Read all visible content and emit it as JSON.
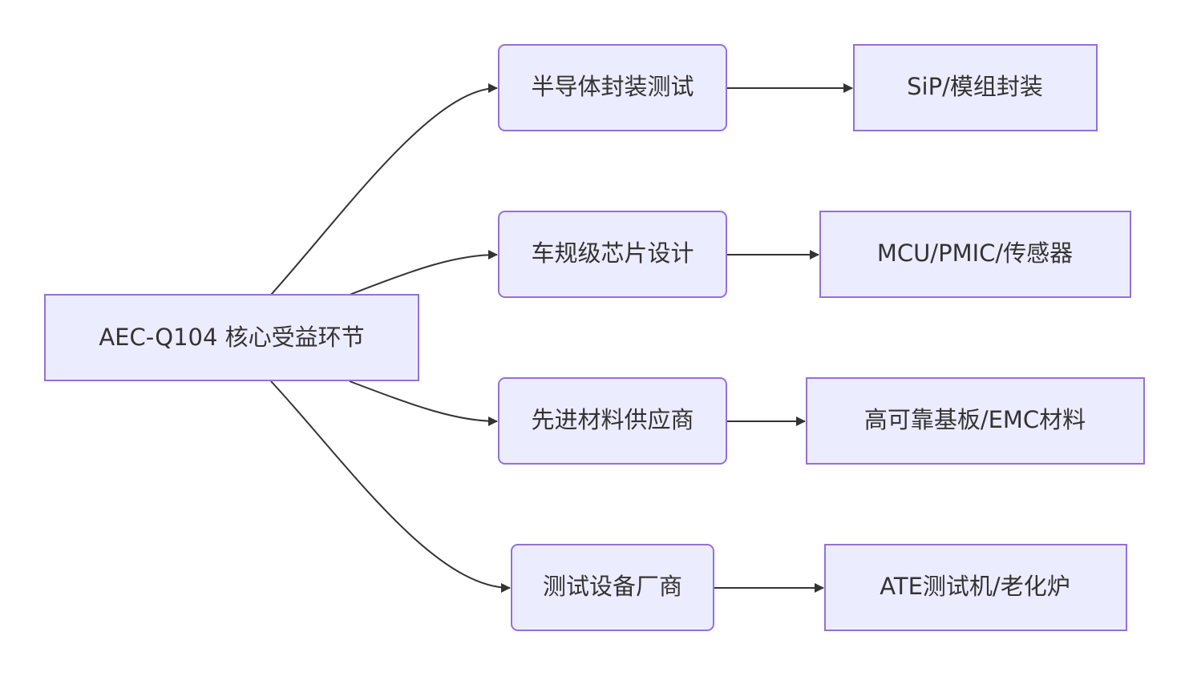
{
  "diagram": {
    "type": "flowchart",
    "direction": "left-to-right",
    "colors": {
      "node_fill": "#ECECFF",
      "node_border": "#9370DB",
      "edge": "#333333",
      "text": "#333333",
      "background": "#FFFFFF"
    },
    "root": {
      "label": "AEC-Q104 核心受益环节"
    },
    "branches": [
      {
        "label": "半导体封装测试",
        "child": {
          "label": "SiP/模组封装"
        }
      },
      {
        "label": "车规级芯片设计",
        "child": {
          "label": "MCU/PMIC/传感器"
        }
      },
      {
        "label": "先进材料供应商",
        "child": {
          "label": "高可靠基板/EMC材料"
        }
      },
      {
        "label": "测试设备厂商",
        "child": {
          "label": "ATE测试机/老化炉"
        }
      }
    ]
  }
}
